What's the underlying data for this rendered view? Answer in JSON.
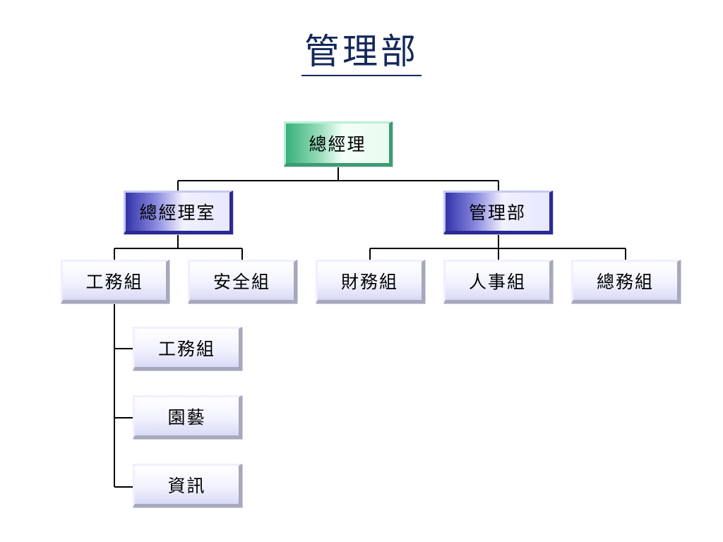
{
  "title": "管理部",
  "org": {
    "root": "總經理",
    "level1": [
      "總經理室",
      "管理部"
    ],
    "level2_left": [
      "工務組",
      "安全組"
    ],
    "level2_right": [
      "財務組",
      "人事組",
      "總務組"
    ],
    "sub_units": [
      "工務組",
      "園藝",
      "資訊"
    ]
  }
}
